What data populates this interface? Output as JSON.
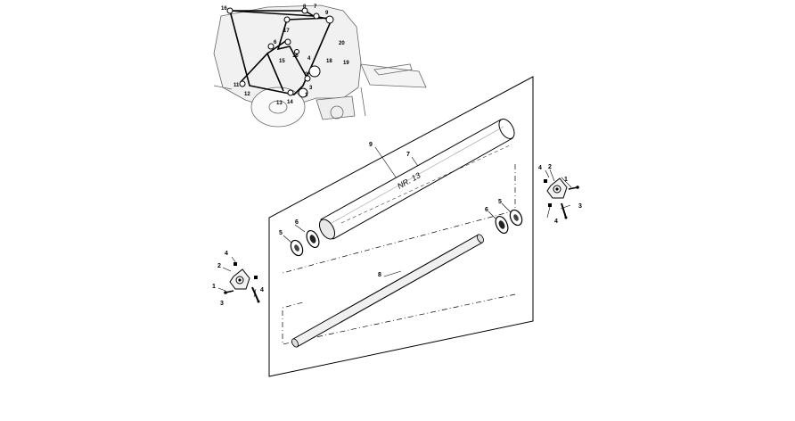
{
  "inset": {
    "callouts": [
      "16",
      "8",
      "7",
      "9",
      "17",
      "6",
      "15",
      "16",
      "20",
      "18",
      "19",
      "4",
      "2",
      "3",
      "1",
      "11",
      "12",
      "13",
      "14"
    ]
  },
  "exploded": {
    "roller_text": "NR. 13",
    "callouts": {
      "roller_tube": "9",
      "roller_core": "7",
      "shaft": "8",
      "bearing_right_inner": "6",
      "bearing_right_outer": "5",
      "bearing_left_inner": "6",
      "bearing_left_outer": "5",
      "flange_right": "2",
      "bolt_right": "1",
      "screw_right": "3",
      "nut_right_top": "4",
      "nut_right_bottom": "4",
      "flange_left": "2",
      "bolt_left": "1",
      "screw_left": "3",
      "nut_left_top": "4",
      "nut_left_bottom": "4"
    }
  }
}
